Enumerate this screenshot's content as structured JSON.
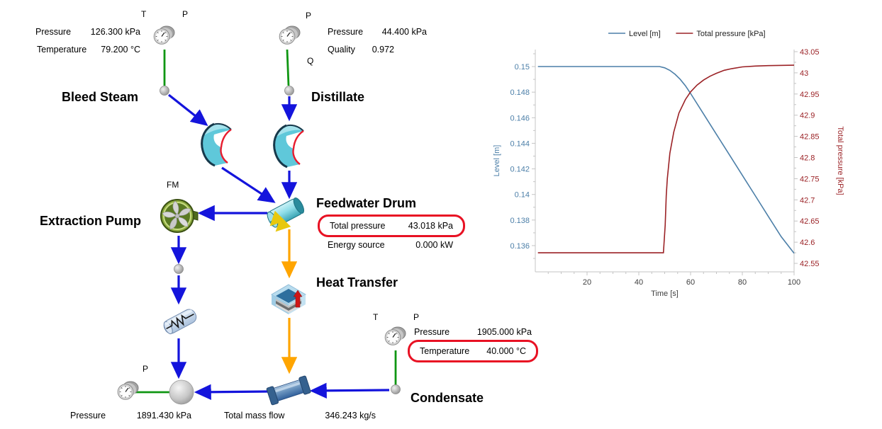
{
  "diagram": {
    "bleed_steam": {
      "title": "Bleed Steam",
      "pressure_label": "Pressure",
      "pressure_value": "126.300 kPa",
      "temperature_label": "Temperature",
      "temperature_value": "79.200 °C",
      "port_t": "T",
      "port_p": "P"
    },
    "distillate": {
      "title": "Distillate",
      "pressure_label": "Pressure",
      "pressure_value": "44.400 kPa",
      "quality_label": "Quality",
      "quality_value": "0.972",
      "port_p": "P",
      "port_q": "Q"
    },
    "extraction_pump": {
      "title": "Extraction Pump",
      "port_fm": "FM"
    },
    "feedwater_drum": {
      "title": "Feedwater Drum",
      "total_pressure_label": "Total pressure",
      "total_pressure_value": "43.018 kPa",
      "energy_source_label": "Energy source",
      "energy_source_value": "0.000 kW"
    },
    "heat_transfer": {
      "title": "Heat Transfer"
    },
    "condensate": {
      "title": "Condensate",
      "port_t": "T",
      "port_p": "P",
      "pressure_label": "Pressure",
      "pressure_value": "1905.000 kPa",
      "temperature_label": "Temperature",
      "temperature_value": "40.000 °C"
    },
    "outlet": {
      "port_p": "P",
      "pressure_label": "Pressure",
      "pressure_value": "1891.430 kPa"
    },
    "mass_flow": {
      "label": "Total mass flow",
      "value": "346.243 kg/s"
    }
  },
  "colors": {
    "flow_line": "#1414dc",
    "signal_line": "#0f9612",
    "heat_line": "#ffa500",
    "highlight_ring": "#e81123",
    "level_series": "#4c7fa8",
    "pressure_series": "#9b2226"
  },
  "chart_data": {
    "type": "line",
    "title": "",
    "xlabel": "Time [s]",
    "ylabel_left": "Level [m]",
    "ylabel_right": "Total pressure [kPa]",
    "legend_position": "top",
    "grid": false,
    "xlim": [
      0,
      100
    ],
    "ylim_left": [
      0.13395,
      0.15133
    ],
    "ylim_right": [
      42.53,
      43.055
    ],
    "x_minor_step": 5,
    "x_ticks": [
      {
        "value": 20,
        "label": "20"
      },
      {
        "value": 40,
        "label": "40"
      },
      {
        "value": 60,
        "label": "60"
      },
      {
        "value": 80,
        "label": "80"
      },
      {
        "value": 100,
        "label": "100"
      }
    ],
    "left_ticks": [
      {
        "value": 0.15,
        "label": "0.15"
      },
      {
        "value": 0.148,
        "label": "0.148"
      },
      {
        "value": 0.146,
        "label": "0.146"
      },
      {
        "value": 0.144,
        "label": "0.144"
      },
      {
        "value": 0.142,
        "label": "0.142"
      },
      {
        "value": 0.14,
        "label": "0.14"
      },
      {
        "value": 0.138,
        "label": "0.138"
      },
      {
        "value": 0.136,
        "label": "0.136"
      }
    ],
    "right_ticks": [
      {
        "value": 43.05,
        "label": "43.05"
      },
      {
        "value": 43.0,
        "label": "43"
      },
      {
        "value": 42.95,
        "label": "42.95"
      },
      {
        "value": 42.9,
        "label": "42.9"
      },
      {
        "value": 42.85,
        "label": "42.85"
      },
      {
        "value": 42.8,
        "label": "42.8"
      },
      {
        "value": 42.75,
        "label": "42.75"
      },
      {
        "value": 42.7,
        "label": "42.7"
      },
      {
        "value": 42.65,
        "label": "42.65"
      },
      {
        "value": 42.6,
        "label": "42.6"
      },
      {
        "value": 42.55,
        "label": "42.55"
      }
    ],
    "series": [
      {
        "name": "Level [m]",
        "axis": "left",
        "color": "#4c7fa8",
        "points": [
          [
            1,
            0.15
          ],
          [
            10,
            0.15
          ],
          [
            20,
            0.15
          ],
          [
            30,
            0.15
          ],
          [
            40,
            0.15
          ],
          [
            48,
            0.15
          ],
          [
            50,
            0.1499
          ],
          [
            52,
            0.1497
          ],
          [
            54,
            0.1494
          ],
          [
            56,
            0.149
          ],
          [
            58,
            0.1485
          ],
          [
            60,
            0.1479
          ],
          [
            65,
            0.1463
          ],
          [
            70,
            0.1447
          ],
          [
            75,
            0.1431
          ],
          [
            80,
            0.1415
          ],
          [
            85,
            0.1399
          ],
          [
            90,
            0.1383
          ],
          [
            95,
            0.1367
          ],
          [
            100,
            0.1354
          ]
        ]
      },
      {
        "name": "Total pressure [kPa]",
        "axis": "right",
        "color": "#9b2226",
        "points": [
          [
            1,
            42.575
          ],
          [
            10,
            42.575
          ],
          [
            20,
            42.575
          ],
          [
            30,
            42.575
          ],
          [
            40,
            42.575
          ],
          [
            49.5,
            42.575
          ],
          [
            50.2,
            42.64
          ],
          [
            50.6,
            42.71
          ],
          [
            51,
            42.75
          ],
          [
            52,
            42.81
          ],
          [
            53.5,
            42.86
          ],
          [
            55.5,
            42.905
          ],
          [
            58,
            42.937
          ],
          [
            60,
            42.955
          ],
          [
            62.5,
            42.971
          ],
          [
            65,
            42.983
          ],
          [
            67.5,
            42.992
          ],
          [
            70,
            42.999
          ],
          [
            73,
            43.006
          ],
          [
            76,
            43.01
          ],
          [
            80,
            43.014
          ],
          [
            85,
            43.016
          ],
          [
            90,
            43.017
          ],
          [
            100,
            43.018
          ]
        ]
      }
    ]
  }
}
